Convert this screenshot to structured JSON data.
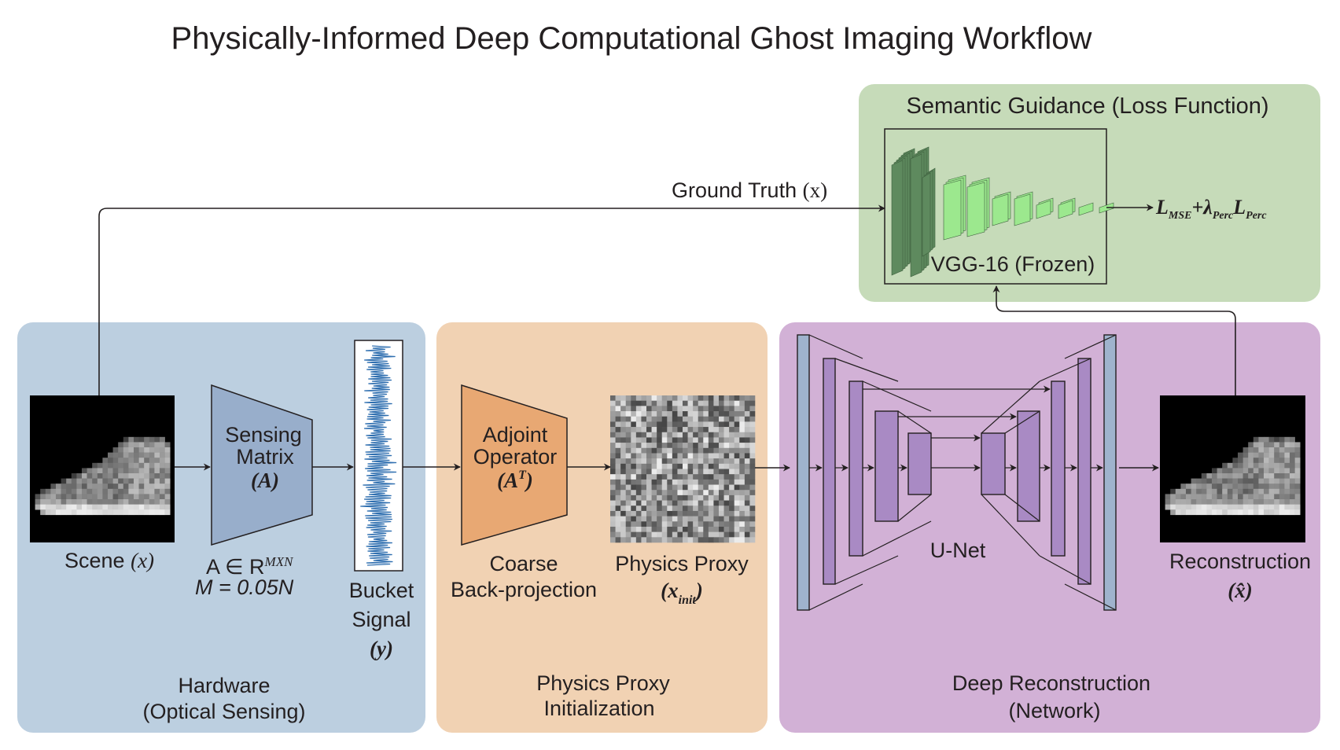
{
  "title": "Physically-Informed Deep Computational Ghost Imaging Workflow",
  "colors": {
    "hardware_panel": "#bccfe0",
    "proxy_panel": "#f1d2b3",
    "network_panel": "#d2b1d6",
    "semantic_panel": "#c6dbb9",
    "sensing_trapezoid": "#98aecb",
    "adjoint_trapezoid": "#e8a873",
    "unet_outer_bar": "#9fb3cd",
    "unet_inner_bar": "#a98ac4",
    "vgg_dark": "#5e8a5e",
    "vgg_light": "#9ce88e",
    "signal_blue": "#2f6fb0"
  },
  "panels": {
    "hardware": {
      "line1": "Hardware",
      "line2": "(Optical Sensing)"
    },
    "proxy": {
      "line1": "Physics Proxy",
      "line2": "Initialization"
    },
    "network": {
      "line1": "Deep Reconstruction",
      "line2": "(Network)"
    },
    "semantic": {
      "title": "Semantic Guidance (Loss Function)"
    }
  },
  "scene": {
    "label": "Scene",
    "var": "(x)"
  },
  "sensing": {
    "line1": "Sensing",
    "line2": "Matrix",
    "var": "(A)",
    "dim_prefix": "A ∈ R",
    "dim_sup": "MXN",
    "ratio": "M = 0.05N"
  },
  "bucket": {
    "line1": "Bucket",
    "line2": "Signal",
    "var": "(y)"
  },
  "adjoint": {
    "line1": "Adjoint",
    "line2": "Operator",
    "var_base": "(A",
    "var_sup": "T",
    "var_close": ")"
  },
  "coarse": {
    "line1": "Coarse",
    "line2": "Back-projection"
  },
  "physics_proxy": {
    "label": "Physics Proxy",
    "var_base": "(x",
    "var_sub": "init",
    "var_close": ")"
  },
  "unet": {
    "label": "U-Net"
  },
  "reconstruction": {
    "label": "Reconstruction",
    "var": "(x̂)"
  },
  "ground_truth": {
    "label": "Ground Truth",
    "var": "(x)"
  },
  "vgg": {
    "label": "VGG-16 (Frozen)"
  },
  "loss": {
    "l1": "L",
    "s1": "MSE",
    "plus": "+λ",
    "s2": "Perc",
    "l2": "L",
    "s3": "Perc"
  },
  "icons": [
    "shoe-image",
    "noise-image",
    "signal-waveform",
    "vgg-network-icon",
    "unet-icon"
  ]
}
